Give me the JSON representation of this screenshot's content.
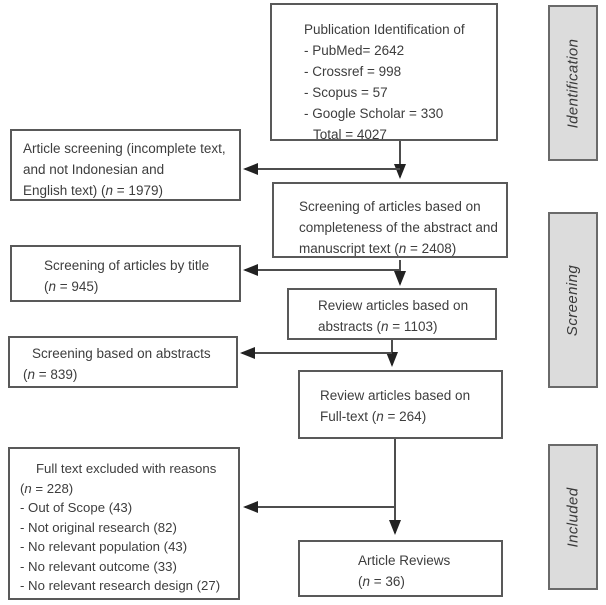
{
  "nodes": {
    "publication": {
      "lines": [
        "Publication Identification of",
        "- PubMed= 2642",
        "- Crossref = 998",
        "- Scopus = 57",
        "- Google Scholar = 330",
        "Total = 4027"
      ]
    },
    "article_screening_language": {
      "lines": [
        "Article screening (incomplete text,",
        "and not Indonesian and",
        "English text) (n = 1979)"
      ]
    },
    "screening_completeness": {
      "lines": [
        "Screening of articles based on",
        "completeness of the abstract and",
        "manuscript text (n = 2408)"
      ]
    },
    "screening_by_title": {
      "lines": [
        "Screening of articles by title",
        "(n = 945)"
      ]
    },
    "review_abstracts": {
      "lines": [
        "Review articles based on",
        "abstracts (n = 1103)"
      ]
    },
    "screening_abstracts": {
      "lines": [
        "Screening based on abstracts",
        "(n = 839)"
      ]
    },
    "review_fulltext": {
      "lines": [
        "Review articles based on",
        "Full-text (n = 264)"
      ]
    },
    "fulltext_excluded": {
      "lines": [
        "Full text excluded with reasons",
        "(n = 228)",
        "- Out of Scope (43)",
        "- Not original research (82)",
        "- No relevant population (43)",
        "- No relevant outcome (33)",
        "- No relevant research design (27)"
      ]
    },
    "article_reviews": {
      "lines": [
        "Article Reviews",
        "(n = 36)"
      ]
    }
  },
  "stages": {
    "identification": "Identification",
    "screening": "Screening",
    "included": "Included"
  },
  "colors": {
    "stage_fill": "#dcdcdc",
    "box_border": "#595959",
    "arrow": "#4d4d4d",
    "text": "#3d3d3d"
  }
}
